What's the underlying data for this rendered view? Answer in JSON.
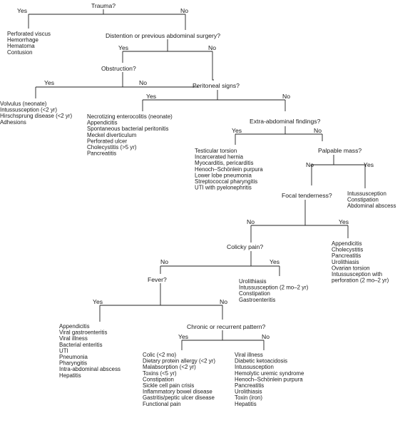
{
  "questions": {
    "trauma": "Trauma?",
    "distention": "Distention or previous abdominal surgery?",
    "obstruction": "Obstruction?",
    "peritoneal": "Peritoneal signs?",
    "extra_abdominal": "Extra-abdominal findings?",
    "palpable_mass": "Palpable mass?",
    "focal_tenderness": "Focal tenderness?",
    "colicky_pain": "Colicky pain?",
    "fever": "Fever?",
    "chronic": "Chronic or recurrent pattern?"
  },
  "branch_labels": {
    "yes": "Yes",
    "no": "No"
  },
  "lists": {
    "trauma_yes": [
      "Perforated viscus",
      "Hemorrhage",
      "Hematoma",
      "Contusion"
    ],
    "obstruction_yes": [
      "Volvulus (neonate)",
      "Intussusception (<2 yr)",
      "Hirschsprung disease (<2 yr)",
      "Adhesions"
    ],
    "peritoneal_yes": [
      "Necrotizing enterocolitis (neonate)",
      "Appendicitis",
      "Spontaneous bacterial peritonitis",
      "Meckel diverticulum",
      "Perforated ulcer",
      "Cholecystitis (>5 yr)",
      "Pancreatitis"
    ],
    "extra_yes": [
      "Testicular torsion",
      "Incarcerated hernia",
      "Myocarditis, pericarditis",
      "Henoch–Schönlein purpura",
      "Lower lobe pneumonia",
      "Streptococcal pharyngitis",
      "UTI with pyelonephritis"
    ],
    "mass_yes": [
      "Intussusception",
      "Constipation",
      "Abdominal abscess"
    ],
    "focal_yes": [
      "Appendicitis",
      "Cholecystitis",
      "Pancreatitis",
      "Urolithiasis",
      "Ovarian torsion",
      "Intussusception with",
      "perforation (2 mo–2 yr)"
    ],
    "colicky_yes": [
      "Urolithiasis",
      "Intussusception (2 mo–2 yr)",
      "Constipation",
      "Gastroenteritis"
    ],
    "fever_yes": [
      "Appendicitis",
      "Viral gastroenteritis",
      "Viral illness",
      "Bacterial enteritis",
      "UTI",
      "Pneumonia",
      "Pharyngitis",
      "Intra-abdominal abscess",
      "Hepatitis"
    ],
    "chronic_yes": [
      "Colic (<2 mo)",
      "Dietary protein allergy (<2 yr)",
      "Malabsorption (<2 yr)",
      "Toxins (<5 yr)",
      "Constipation",
      "Sickle cell pain crisis",
      "Inflammatory bowel disease",
      "Gastritis/peptic ulcer disease",
      "Functional pain"
    ],
    "chronic_no": [
      "Viral illness",
      "Diabetic ketoacidosis",
      "Intussusception",
      "Hemolytic uremic syndrome",
      "Henoch–Schönlein purpura",
      "Pancreatitis",
      "Urolithiasis",
      "Toxin (iron)",
      "Hepatitis"
    ]
  }
}
